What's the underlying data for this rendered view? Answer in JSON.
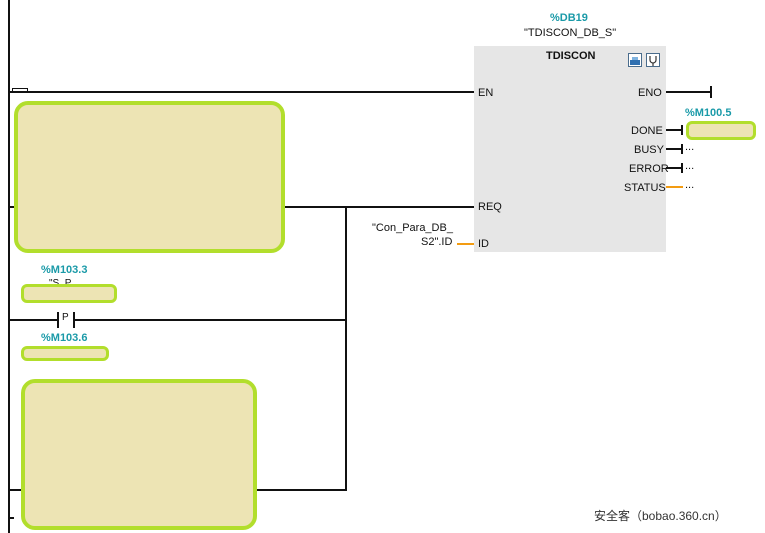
{
  "block": {
    "db_address": "%DB19",
    "db_name": "\"TDISCON_DB_S\"",
    "title": "TDISCON",
    "inputs": {
      "en": "EN",
      "req": "REQ",
      "id": "ID"
    },
    "outputs": {
      "eno": "ENO",
      "done": "DONE",
      "busy": "BUSY",
      "error": "ERROR",
      "status": "STATUS"
    },
    "icons": [
      "block-icon-1",
      "stethoscope-icon"
    ]
  },
  "operands": {
    "done_addr": "%M100.5",
    "busy_value": "...",
    "error_value": "...",
    "status_value": "...",
    "id_param_line1": "\"Con_Para_DB_",
    "id_param_line2": "S2\".ID",
    "contact1_addr": "%M103.3",
    "contact1_partial": "\"S_P",
    "p_contact_label": "P",
    "contact2_addr": "%M103.6"
  },
  "watermark": "安全客（bobao.360.cn）",
  "colors": {
    "redact_fill": "#ede4b4",
    "redact_border": "#b2de2c",
    "address_teal": "#1a9aa8",
    "wire_orange": "#f39c12",
    "block_fill": "#e6e6e6"
  }
}
